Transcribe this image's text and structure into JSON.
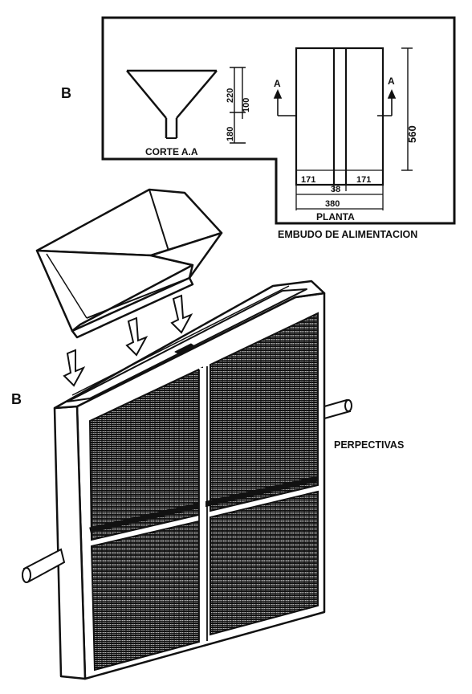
{
  "drawing": {
    "letter_top": "B",
    "letter_bottom": "B",
    "section_marker_left": "A",
    "section_marker_right": "A",
    "corte_label": "CORTE A.A",
    "dim_220": "220",
    "dim_100": "100",
    "dim_180": "180",
    "dim_560": "560",
    "dim_171_left": "171",
    "dim_38": "38",
    "dim_171_right": "171",
    "dim_380": "380",
    "planta_label": "PLANTA",
    "embudo_label": "EMBUDO DE ALIMENTACION",
    "perspectivas_label": "PERPECTIVAS"
  },
  "colors": {
    "ink": "#111111",
    "paper": "#ffffff"
  }
}
